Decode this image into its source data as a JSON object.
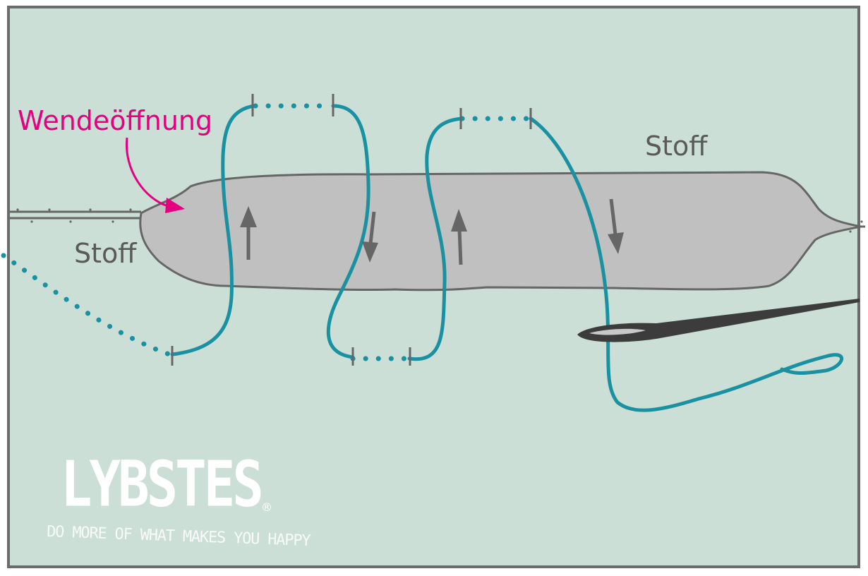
{
  "labels": {
    "opening": "Wendeöffnung",
    "fabric_top": "Stoff",
    "fabric_left": "Stoff"
  },
  "logo": {
    "name": "LYBSTES",
    "registered": "®",
    "slogan": "DO MORE OF WHAT MAKES YOU HAPPY"
  },
  "colors": {
    "background": "#cbdfd7",
    "frame": "#6b6b6b",
    "fabric": "#c0c0c0",
    "fabric_outline": "#666666",
    "thread": "#1a91a1",
    "accent": "#e4007e",
    "arrow": "#666666",
    "needle": "#3c3c3c",
    "logo": "#ffffff",
    "text": "#5a5a5a"
  }
}
